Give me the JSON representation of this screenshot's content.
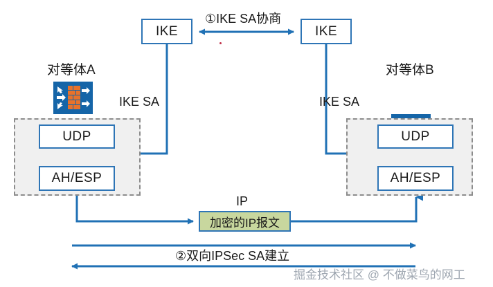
{
  "diagram": {
    "title_note": "IPSec VPN establishment between two peers",
    "steps": {
      "step1": "①IKE SA协商",
      "step2": "②双向IPSec SA建立"
    },
    "peers": {
      "left": {
        "label": "对等体A",
        "icon": "firewall-icon",
        "sa_label": "IKE SA",
        "ike_box": "IKE",
        "layers": [
          "UDP",
          "AH/ESP"
        ]
      },
      "right": {
        "label": "对等体B",
        "icon": "firewall-icon",
        "sa_label": "IKE SA",
        "ike_box": "IKE",
        "layers": [
          "UDP",
          "AH/ESP"
        ]
      }
    },
    "center": {
      "ip_label": "IP",
      "packet_label": "加密的IP报文"
    },
    "watermark": "掘金技术社区 @ 不做菜鸟的网工",
    "colors": {
      "line_blue": "#2071b5",
      "box_border": "#2e75b6",
      "firewall_body": "#1565a8",
      "brick_orange": "#e8722a",
      "packet_green": "#c8d79e",
      "dash_gray": "#8c8c8c",
      "panel_fill": "#f0f0f0",
      "watermark_gray": "#9aa3ad",
      "red_dot": "#c0304a"
    }
  }
}
